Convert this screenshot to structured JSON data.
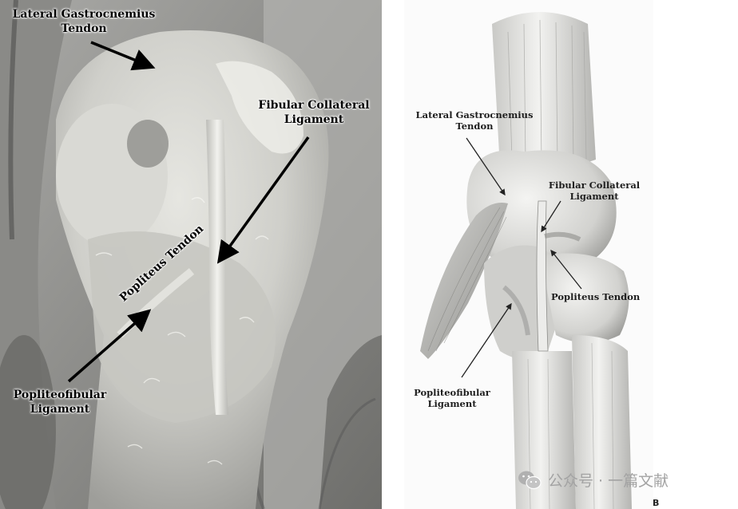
{
  "panel_a": {
    "labels": {
      "lateral_gastrocnemius_tendon": "Lateral Gastrocnemius\nTendon",
      "fibular_collateral_ligament": "Fibular Collateral\nLigament",
      "popliteus_tendon": "Popliteus Tendon",
      "popliteofibular_ligament": "Popliteofibular\nLigament"
    }
  },
  "panel_b": {
    "labels": {
      "lateral_gastrocnemius_tendon": "Lateral Gastrocnemius\nTendon",
      "fibular_collateral_ligament": "Fibular Collateral\nLigament",
      "popliteus_tendon": "Popliteus Tendon",
      "popliteofibular_ligament": "Popliteofibular\nLigament"
    },
    "panel_letter": "B"
  },
  "watermark": {
    "text": "公众号 · 一篇文献",
    "icon": "wechat-logo-icon"
  }
}
